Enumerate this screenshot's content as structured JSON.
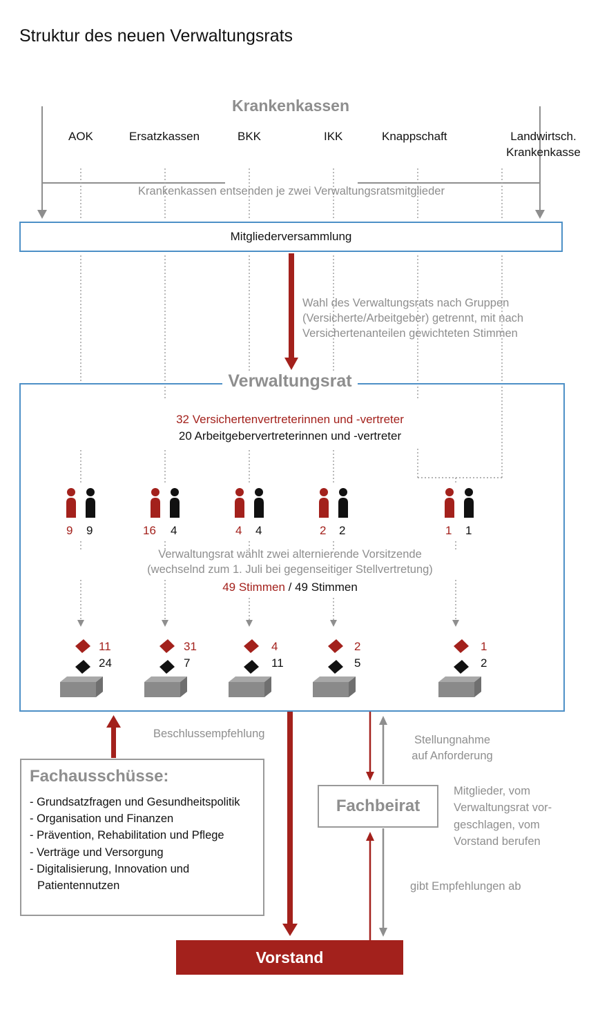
{
  "title": "Struktur des neuen Verwaltungsrats",
  "colors": {
    "accent_red": "#a3211c",
    "box_blue": "#4c8fc6",
    "gray_text": "#8e8e8e",
    "dark": "#111111"
  },
  "krankenkassen": {
    "heading": "Krankenkassen",
    "kassen": [
      {
        "name": "AOK"
      },
      {
        "name": "Ersatzkassen"
      },
      {
        "name": "BKK"
      },
      {
        "name": "IKK"
      },
      {
        "name": "Knappschaft"
      },
      {
        "name_line1": "Landwirtsch.",
        "name_line2": "Krankenkasse"
      }
    ],
    "entsenden": "Krankenkassen entsenden je zwei Verwaltungsratsmitglieder"
  },
  "mitgliederversammlung": "Mitgliederversammlung",
  "wahl": {
    "line1": "Wahl des Verwaltungsrats nach Gruppen",
    "line2": "(Versicherte/Arbeitgeber) getrennt, mit nach",
    "line3": "Versichertenanteilen gewichteten Stimmen"
  },
  "verwaltungsrat": {
    "label": "Verwaltungsrat",
    "versicherte": "32 Versichertenvertreterinnen und -vertreter",
    "arbeitgeber": "20 Arbeitgebervertreterinnen und -vertreter",
    "groups": [
      {
        "versicherte": "9",
        "arbeitgeber": "9",
        "stimmen_versicherte": "11",
        "stimmen_arbeitgeber": "24"
      },
      {
        "versicherte": "16",
        "arbeitgeber": "4",
        "stimmen_versicherte": "31",
        "stimmen_arbeitgeber": "7"
      },
      {
        "versicherte": "4",
        "arbeitgeber": "4",
        "stimmen_versicherte": "4",
        "stimmen_arbeitgeber": "11"
      },
      {
        "versicherte": "2",
        "arbeitgeber": "2",
        "stimmen_versicherte": "2",
        "stimmen_arbeitgeber": "5"
      },
      {
        "versicherte": "1",
        "arbeitgeber": "1",
        "stimmen_versicherte": "1",
        "stimmen_arbeitgeber": "2"
      }
    ],
    "vorsitz_line1": "Verwaltungsrat wählt zwei alternierende Vorsitzende",
    "vorsitz_line2": "(wechselnd zum 1. Juli bei gegenseitiger Stellvertretung)",
    "stimmen_red": "49 Stimmen",
    "stimmen_sep": " / ",
    "stimmen_black": "49 Stimmen"
  },
  "beschlussempfehlung": "Beschlussempfehlung",
  "stellungnahme": {
    "line1": "Stellungnahme",
    "line2": "auf Anforderung"
  },
  "fachausschuesse": {
    "title": "Fachausschüsse:",
    "items": [
      "- Grundsatzfragen und Gesundheitspolitik",
      "- Organisation und Finanzen",
      "- Prävention, Rehabilitation und Pflege",
      "- Verträge und Versorgung",
      "- Digitalisierung, Innovation und Patientennutzen"
    ]
  },
  "fachbeirat": {
    "label": "Fachbeirat",
    "note_line1": "Mitglieder, vom",
    "note_line2": "Verwaltungsrat vor-",
    "note_line3": "geschlagen, vom",
    "note_line4": "Vorstand berufen"
  },
  "empfehlungen": "gibt Empfehlungen ab",
  "vorstand": "Vorstand"
}
